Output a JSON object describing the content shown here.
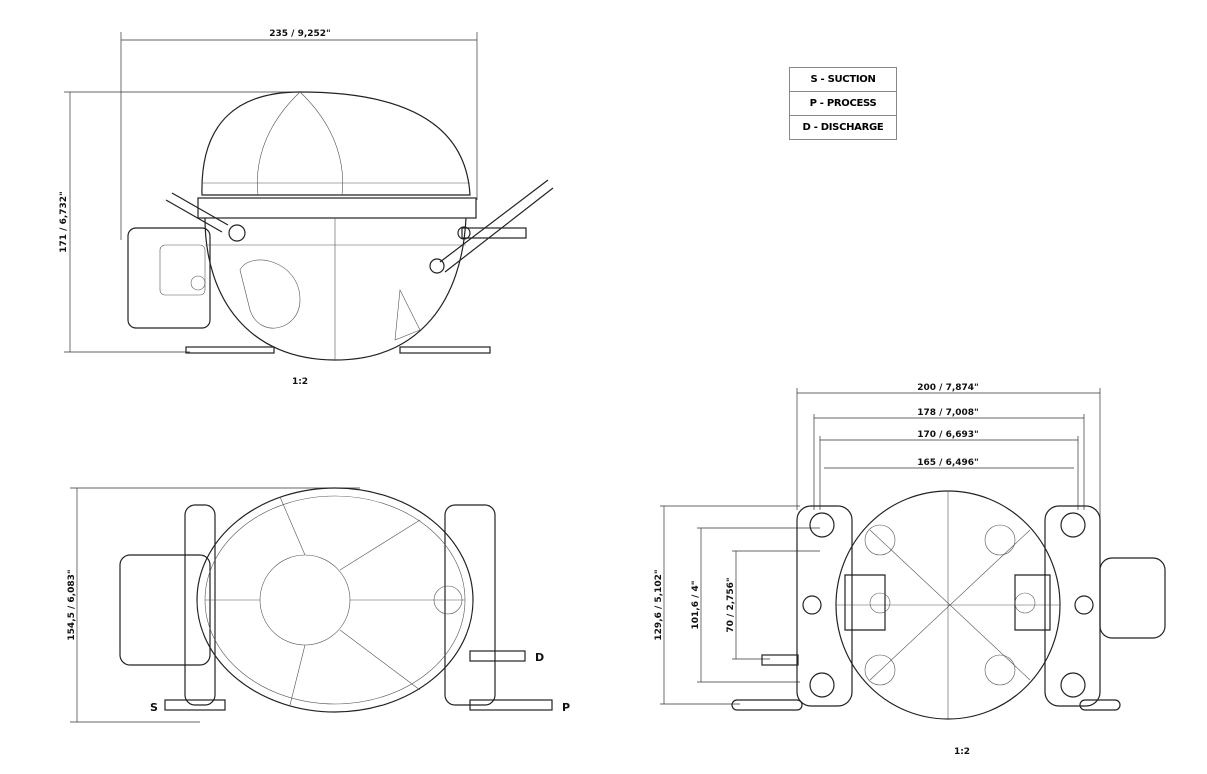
{
  "legend": [
    "S - SUCTION",
    "P - PROCESS",
    "D - DISCHARGE"
  ],
  "side_view": {
    "width_dim": "235 / 9,252\"",
    "height_dim": "171 / 6,732\"",
    "scale": "1:2"
  },
  "top_view": {
    "depth_dim": "154,5 / 6,083\"",
    "port_s": "S",
    "port_d": "D",
    "port_p": "P"
  },
  "bottom_view": {
    "dims_horizontal": [
      "200 / 7,874\"",
      "178 / 7,008\"",
      "170 / 6,693\"",
      "165 / 6,496\""
    ],
    "dims_vertical": [
      "129,6 / 5,102\"",
      "101,6 / 4\"",
      "70 / 2,756\""
    ],
    "scale": "1:2"
  }
}
